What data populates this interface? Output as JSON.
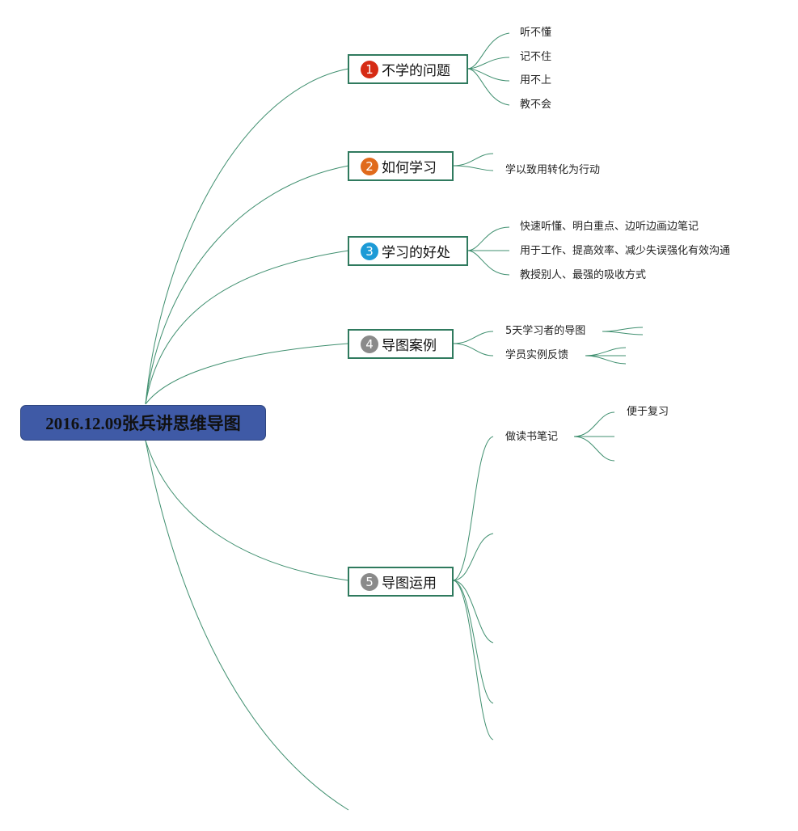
{
  "root": {
    "title": "2016.12.09张兵讲思维导图"
  },
  "topics": [
    {
      "num": "1",
      "label": "不学的问题",
      "color": "#d62b14"
    },
    {
      "num": "2",
      "label": "如何学习",
      "color": "#e06a1c"
    },
    {
      "num": "3",
      "label": "学习的好处",
      "color": "#1c9ad6"
    },
    {
      "num": "4",
      "label": "导图案例",
      "color": "#8a8a8a"
    },
    {
      "num": "5",
      "label": "导图运用",
      "color": "#8a8a8a"
    }
  ],
  "leaves": {
    "t1": [
      "听不懂",
      "记不住",
      "用不上",
      "教不会"
    ],
    "t2": [
      "学以致用转化为行动"
    ],
    "t3": [
      "快速听懂、明白重点、边听边画边笔记",
      "用于工作、提高效率、减少失误强化有效沟通",
      "教授别人、最强的吸收方式"
    ],
    "t4": [
      "5天学习者的导图",
      "学员实例反馈"
    ],
    "t5": [
      "做读书笔记"
    ],
    "t5_sub": [
      "便于复习"
    ]
  },
  "colors": {
    "root_bg": "#3f5aa6",
    "branch_line": "#3f8f6f",
    "topic_border": "#2f7a5e"
  }
}
